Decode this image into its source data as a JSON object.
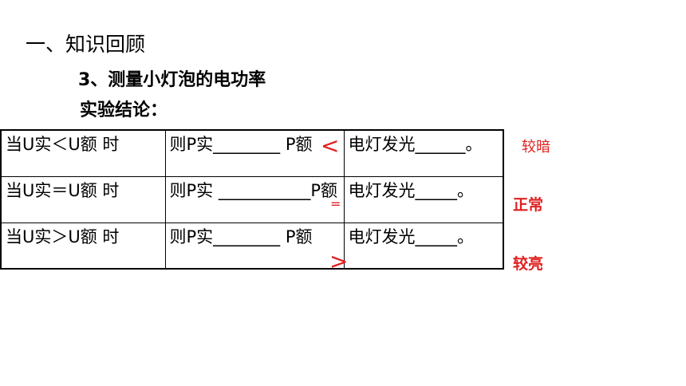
{
  "heading": "一、知识回顾",
  "subheading": "3、测量小灯泡的电功率",
  "conclusion_label": "实验结论：",
  "table": {
    "rows": [
      {
        "condition": "当U实＜U额 时",
        "power": "则P实________ P额",
        "light": "电灯发光______。"
      },
      {
        "condition": "当U实＝U额 时",
        "power": "则P实 ___________P额",
        "light": "电灯发光_____。"
      },
      {
        "condition": "当U实＞U额 时",
        "power": "则P实________ P额",
        "light": "电灯发光_____。"
      }
    ]
  },
  "answers": {
    "symbols": [
      "<",
      "=",
      ">"
    ],
    "brightness": [
      "较暗",
      "正常",
      "较亮"
    ]
  },
  "colors": {
    "answer": "#e02020",
    "text": "#000000"
  }
}
